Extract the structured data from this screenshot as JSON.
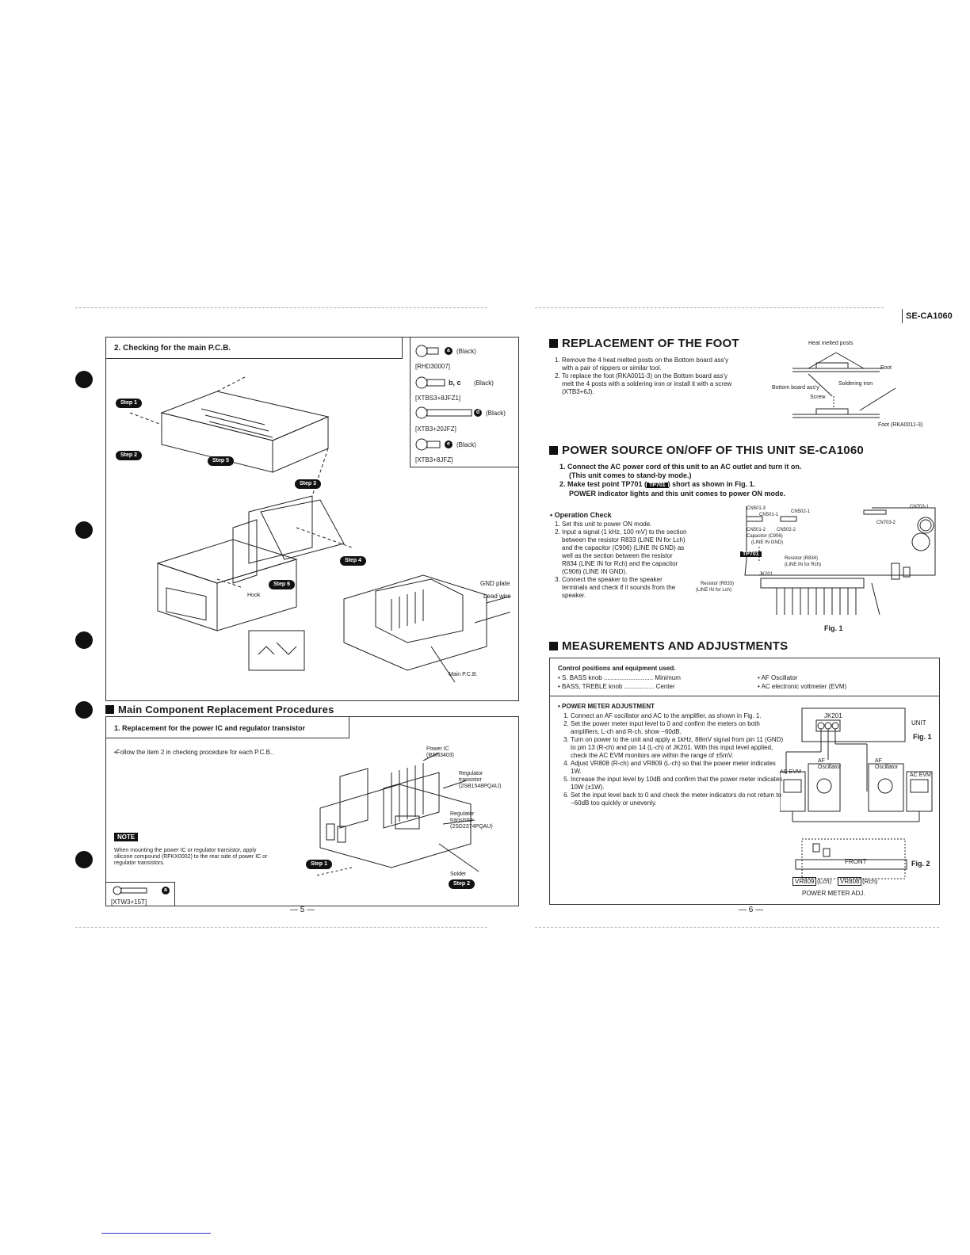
{
  "header": {
    "model": "SE-CA1060"
  },
  "left": {
    "check_box": {
      "title": "2. Checking for the main P.C.B.",
      "parts": [
        {
          "badge": "a",
          "color": "(Black)",
          "code": "[RHD30007]"
        },
        {
          "badge": "b, c",
          "color": "(Black)",
          "code": "[XTBS3+8JFZ1]"
        },
        {
          "badge": "d",
          "color": "(Black)",
          "code": "[XTB3+20JFZ]"
        },
        {
          "badge": "e",
          "color": "(Black)",
          "code": "[XTB3+8JFZ]"
        }
      ],
      "steps": [
        "Step 1",
        "Step 2",
        "Step 3",
        "Step 4",
        "Step 5",
        "Step 6"
      ],
      "callouts": {
        "hook": "Hook",
        "gnd_plate": "GND plate",
        "lead_wire": "Lead wire",
        "main_pcb": "Main P.C.B."
      }
    },
    "main_section": {
      "heading": "Main Component Replacement Procedures",
      "sub_title": "1. Replacement for the power IC and regulator transistor",
      "intro": "•Follow the item 2 in checking procedure for each P.C.B..",
      "note_tag": "NOTE",
      "note_text": "When mounting the power IC or regulator transistor, apply silicone compound (RFKX0002) to the rear side of power IC or regulator transistors.",
      "screw_badge": "a",
      "screw_code": "[XTW3+15T]",
      "callouts": {
        "power_ic": "Power IC",
        "power_ic_part": "(RSN3403)",
        "reg1": "Regulator transistor",
        "reg1_part": "(2SB1548PQAU)",
        "reg2": "Regulator transistor",
        "reg2_part": "(2SD2374PQAU)",
        "solder": "Solder",
        "step1": "Step 1",
        "step2": "Step 2"
      }
    },
    "page": "— 5 —"
  },
  "right": {
    "foot": {
      "heading": "REPLACEMENT OF THE FOOT",
      "items": [
        "Remove the 4 heat melted posts on the Bottom board ass'y with a pair of nippers or similar tool.",
        "To replace the foot (RKA0011-3) on the Bottom board ass'y melt the 4 posts with a soldering iron or install it with a screw (XTB3+6J)."
      ],
      "labels": {
        "posts": "Heat melted posts",
        "foot": "Foot",
        "bottom": "Bottom board ass'y",
        "iron": "Soldering iron",
        "screw": "Screw",
        "foot_part": "Foot (RKA0011-3)"
      }
    },
    "power": {
      "heading": "POWER SOURCE ON/OFF OF THIS UNIT SE-CA1060",
      "steps": [
        "1. Connect the AC power cord of this unit to an AC outlet and turn it on.",
        "(This unit comes to stand-by mode.)",
        "2. Make test point TP701 (",
        "TP701",
        ") short as shown in Fig. 1.",
        "POWER indicator lights and this unit comes to power ON mode."
      ],
      "op_title": "• Operation Check",
      "op_items": [
        "Set this unit to power ON mode.",
        "Input a signal (1 kHz, 100 mV) to the section between the resistor R833 (LINE IN for Lch) and the capacitor (C906) (LINE IN GND) as well as the section between the resistor R834 (LINE IN for Rch) and the capacitor (C906) (LINE IN GND).",
        "Connect the speaker to the speaker terminals and check if it sounds from the speaker."
      ],
      "fig_labels": {
        "cn501_3": "CN501-3",
        "cn502_1": "CN502-1",
        "cn501_1": "CN501-1",
        "cn501_2": "CN501-2",
        "cn502_2": "CN502-2",
        "cn703_1": "CN703-1",
        "cn703_2": "CN703-2",
        "cap": "Capacitor (C906)",
        "cap2": "(LINE IN GND)",
        "tp701": "TP701",
        "r834": "Resistor (R834)",
        "r834b": "(LINE IN for Rch)",
        "jk201": "JK201",
        "r833": "Resistor (R833)",
        "r833b": "(LINE IN for Lch)",
        "fig": "Fig. 1"
      }
    },
    "meas": {
      "heading": "MEASUREMENTS AND ADJUSTMENTS",
      "ctrl_title": "Control positions and equipment used.",
      "ctrl_rows": [
        {
          "name": "• S. BASS knob",
          "value": "Minimum"
        },
        {
          "name": "• BASS, TREBLE knob",
          "value": "Center"
        }
      ],
      "equip": [
        "• AF Oscillator",
        "• AC electronic voltmeter (EVM)"
      ],
      "adj_title": "• POWER METER ADJUSTMENT",
      "adj_items": [
        "Connect an AF oscillator and AC to the amplifier, as shown in Fig. 1.",
        "Set the power meter input level to 0 and confirm the meters on both amplifiers, L-ch and R-ch, show −60dB.",
        "Turn on power to the unit and apply a 1kHz, 88mV signal from pin 11 (GND) to pin 13 (R-ch) and pin 14 (L-ch) of JK201. With this input level applied, check the AC EVM monitors are within the range of ±5mV.",
        "Adjust VR808 (R-ch) and VR809 (L-ch) so that the power meter indicates 1W.",
        "Increase the input level by 10dB and confirm that the power meter indicates 10W (±1W).",
        "Set the input level back to 0 and check the meter indicators do not return to −60dB too quickly or unevenly."
      ],
      "fig_labels": {
        "jk201": "JK201",
        "unit": "UNIT",
        "fig1": "Fig. 1",
        "acevm1": "AC EVM",
        "afosc1": "AF Oscillator",
        "afosc2": "AF Oscillator",
        "acevm2": "AC EVM",
        "front": "FRONT",
        "fig2": "Fig. 2",
        "vr809": "VR809",
        "lch": "(Lch)",
        "vr808": "VR808",
        "rch": "(Rch)",
        "caption": "POWER METER ADJ."
      }
    },
    "page": "— 6 —"
  }
}
